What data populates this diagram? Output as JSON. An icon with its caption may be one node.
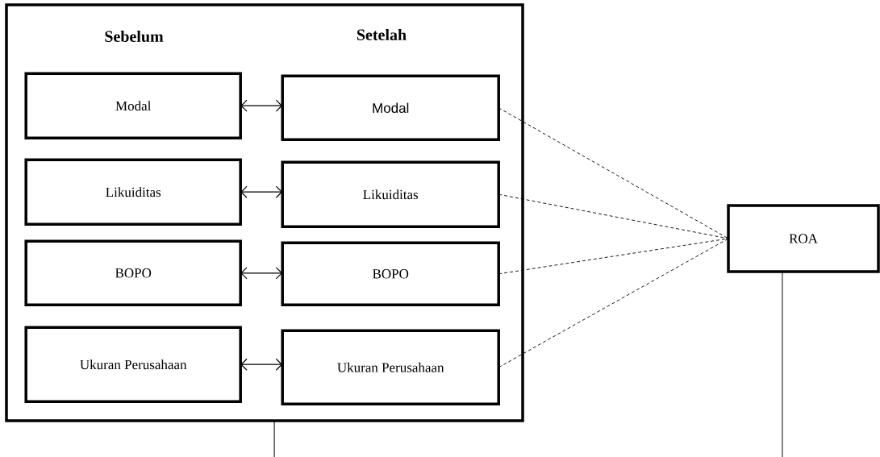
{
  "diagram": {
    "nodes": [
      {
        "text": [
          "Sebelum",
          "Setelah"
        ]
      },
      {
        "text": [
          "Modal"
        ],
        "in": 0
      },
      {
        "text": [
          "Likuiditas"
        ],
        "in": 0
      },
      {
        "text": [
          "BOPO"
        ],
        "in": 0
      },
      {
        "text": [
          "Ukuran Perusahaan"
        ],
        "in": 0
      },
      {
        "text": [
          "Modal"
        ],
        "in": 0
      },
      {
        "text": [
          "Likuiditas"
        ],
        "in": 0
      },
      {
        "text": [
          "BOPO"
        ],
        "in": 0
      },
      {
        "text": [
          "Ukuran Perusahaan"
        ],
        "in": 0
      },
      {
        "text": [
          "ROA"
        ]
      }
    ],
    "edges": [
      {
        "from": 1,
        "to": 5,
        "arrow": "both"
      },
      {
        "from": 2,
        "to": 6,
        "arrow": "both"
      },
      {
        "from": 3,
        "to": 7,
        "arrow": "both"
      },
      {
        "from": 4,
        "to": 8,
        "arrow": "both"
      },
      {
        "from": 5,
        "to": 9,
        "arrow": "none",
        "style": "dashed"
      },
      {
        "from": 6,
        "to": 9,
        "arrow": "none",
        "style": "dashed"
      },
      {
        "from": 7,
        "to": 9,
        "arrow": "none",
        "style": "dashed"
      },
      {
        "from": 8,
        "to": 9,
        "arrow": "none",
        "style": "dashed"
      },
      {
        "from": 0,
        "to": null,
        "arrow": "none"
      },
      {
        "from": 9,
        "to": null,
        "arrow": "none"
      }
    ]
  }
}
